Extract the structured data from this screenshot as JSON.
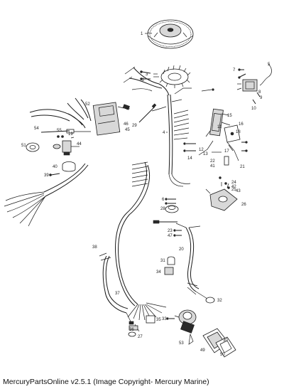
{
  "caption": "MercuryPartsOnline v2.5.1 (Image Copyright- Mercury Marine)",
  "callouts": {
    "c1": "1",
    "c2": "2",
    "c3": "3",
    "c4": "4",
    "c5": "5",
    "c6": "6",
    "c7": "7",
    "c8": "8",
    "c9": "9",
    "c10": "10",
    "c11": "11",
    "c12": "12",
    "c13": "13",
    "c14": "14",
    "c15": "15",
    "c16": "16",
    "c17": "17",
    "c18": "18",
    "c19": "19",
    "c20": "20",
    "c21": "21",
    "c22": "22",
    "c23": "23",
    "c24": "24",
    "c25": "25",
    "c26": "26",
    "c27": "27",
    "c28": "28",
    "c29": "29",
    "c30": "30",
    "c31": "31",
    "c32": "32",
    "c33": "33",
    "c34": "34",
    "c35": "35",
    "c36": "36",
    "c37": "37",
    "c38": "38",
    "c39": "39",
    "c40": "40",
    "c41": "41",
    "c42": "42",
    "c43": "43",
    "c44": "44",
    "c45": "45",
    "c46": "46",
    "c47": "47",
    "c48": "48",
    "c49": "49",
    "c50": "50",
    "c51": "51",
    "c52": "52",
    "c53": "53",
    "c54": "54",
    "c55": "55"
  }
}
